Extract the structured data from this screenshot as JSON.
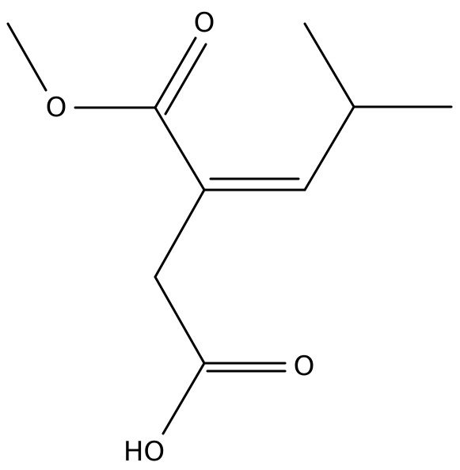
{
  "molecule": {
    "atoms": {
      "ester_carbonyl_oxygen": "O",
      "ester_ether_oxygen": "O",
      "acid_carbonyl_oxygen": "O",
      "hydroxyl": "HO"
    }
  },
  "colors": {
    "bond": "#000000",
    "label": "#000000",
    "background": "#ffffff"
  }
}
